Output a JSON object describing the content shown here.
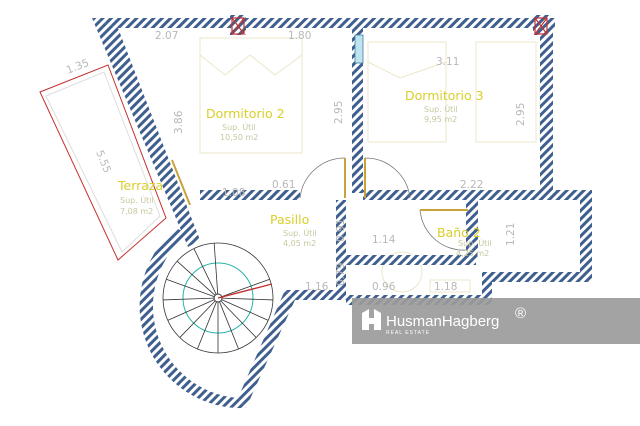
{
  "rooms": {
    "dormitorio2": {
      "name": "Dormitorio 2",
      "area_label": "Sup. Útil",
      "area": "10,50 m2"
    },
    "dormitorio3": {
      "name": "Dormitorio 3",
      "area_label": "Sup. Útil",
      "area": "9,95 m2"
    },
    "terraza": {
      "name": "Terraza",
      "area_label": "Sup. Útil",
      "area": "7,08 m2"
    },
    "pasillo": {
      "name": "Pasillo",
      "area_label": "Sup. Útil",
      "area": "4,05 m2"
    },
    "bano2": {
      "name": "Baño 2",
      "area_label": "Sup. Útil",
      "area": "4,25 m2"
    }
  },
  "dimensions": [
    "2.07",
    "1.80",
    "3.11",
    "3.86",
    "2.95",
    "2.95",
    "1.35",
    "5.55",
    "1.08",
    "0.61",
    "2.22",
    "0.91",
    "1.14",
    "1.21",
    "0.79",
    "1.16",
    "0.96",
    "1.18"
  ],
  "logo": {
    "name": "HusmanHagberg",
    "reg": "®",
    "subtitle": "REAL ESTATE"
  },
  "colors": {
    "wall_hatch": "#3f5f8f",
    "label": "#d9cf2a",
    "dimension": "#b8b8b8",
    "logo_band": "#9b9b9b"
  }
}
